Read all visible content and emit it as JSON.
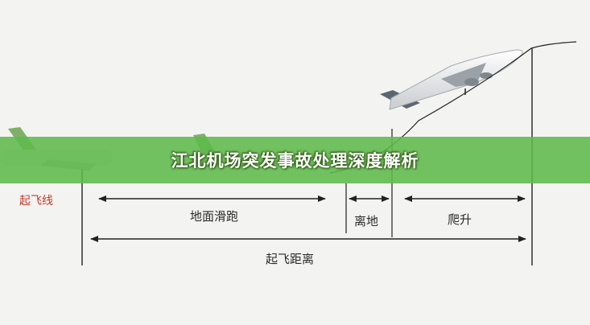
{
  "banner": {
    "title": "江北机场突发事故处理深度解析",
    "color": "#5fb94b"
  },
  "diagram": {
    "start_line_label": "起飞线",
    "segments": {
      "ground_roll": "地面滑跑",
      "liftoff": "离地",
      "climb": "爬升",
      "takeoff_distance": "起飞距离"
    },
    "colors": {
      "start_line_label": "#c0392b",
      "lines": "#222222",
      "aircraft_tail": "#5a6670",
      "ground_aircraft": "#7fb06a"
    }
  }
}
